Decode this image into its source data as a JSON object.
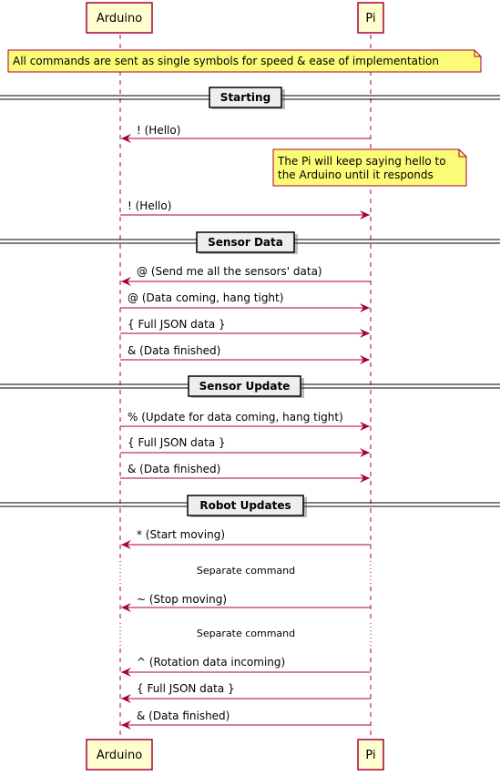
{
  "participants": {
    "left": "Arduino",
    "right": "Pi"
  },
  "notes": {
    "top": "All commands are sent as single symbols for speed & ease of implementation",
    "pi_note_line1": "The Pi will keep saying hello to",
    "pi_note_line2": "the Arduino until it responds"
  },
  "sections": {
    "starting": "Starting",
    "sensor_data": "Sensor Data",
    "sensor_update": "Sensor Update",
    "robot_updates": "Robot Updates"
  },
  "messages": [
    {
      "text": "! (Hello)",
      "from": "Pi",
      "to": "Arduino"
    },
    {
      "text": "! (Hello)",
      "from": "Arduino",
      "to": "Pi"
    },
    {
      "text": "@ (Send me all the sensors' data)",
      "from": "Pi",
      "to": "Arduino"
    },
    {
      "text": "@ (Data coming, hang tight)",
      "from": "Arduino",
      "to": "Pi"
    },
    {
      "text": "{ Full JSON data }",
      "from": "Arduino",
      "to": "Pi"
    },
    {
      "text": "& (Data finished)",
      "from": "Arduino",
      "to": "Pi"
    },
    {
      "text": "% (Update for data coming, hang tight)",
      "from": "Arduino",
      "to": "Pi"
    },
    {
      "text": "{ Full JSON data }",
      "from": "Arduino",
      "to": "Pi"
    },
    {
      "text": "& (Data finished)",
      "from": "Arduino",
      "to": "Pi"
    },
    {
      "text": "* (Start moving)",
      "from": "Pi",
      "to": "Arduino"
    },
    {
      "text": "~ (Stop moving)",
      "from": "Pi",
      "to": "Arduino"
    },
    {
      "text": "^ (Rotation data incoming)",
      "from": "Pi",
      "to": "Arduino"
    },
    {
      "text": "{ Full JSON data }",
      "from": "Pi",
      "to": "Arduino"
    },
    {
      "text": "& (Data finished)",
      "from": "Pi",
      "to": "Arduino"
    }
  ],
  "delays": [
    "Separate command",
    "Separate command"
  ],
  "colors": {
    "arrow": "#a80036",
    "participant_fill": "#fefece",
    "note_fill": "#fbfb77",
    "section_fill": "#eeeeee"
  }
}
